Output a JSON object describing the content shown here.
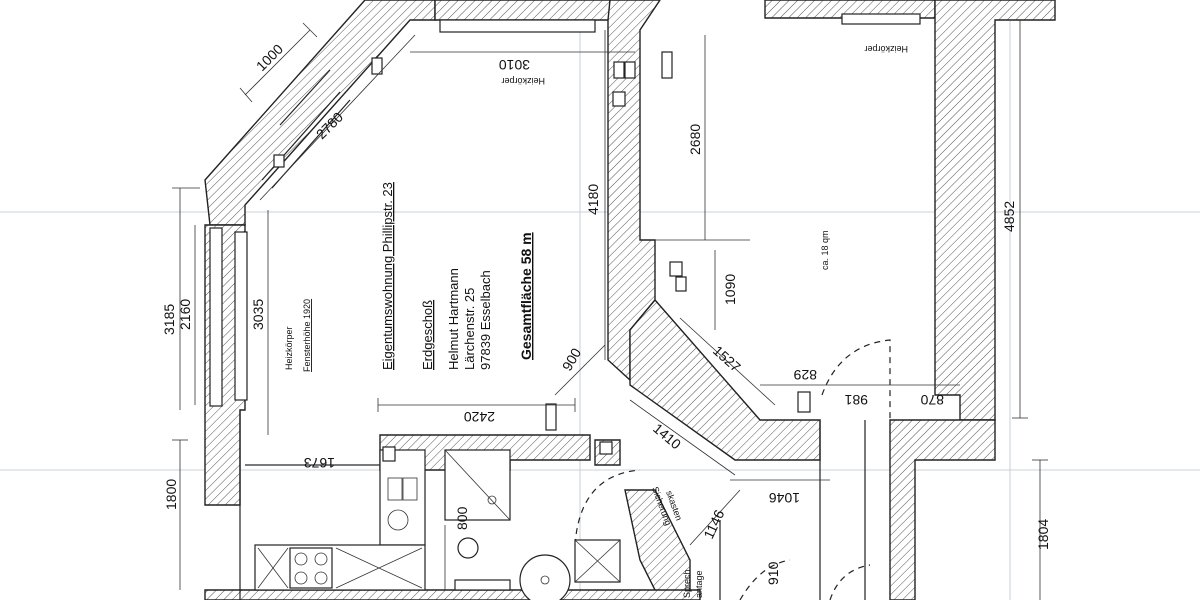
{
  "texts": {
    "title": "Eigentumswohnung Phillipstr. 23",
    "floor": "Erdgeschoß",
    "owner": "Helmut Hartmann",
    "street": "Lärchenstr. 25",
    "city": "97839 Esselbach",
    "area": "Gesamtfläche  58 m",
    "heater_left": "Heizkörper",
    "window_height": "Fensterhöhe 1920",
    "heater_top": "Heizkörper",
    "heater_top_right": "Heizkörper",
    "room_area": "ca. 18  qm",
    "sicherung": "Sicherung",
    "skasten": "skasten",
    "sprech": "Sprech",
    "anlage": "antage"
  },
  "dimensions": {
    "d1000": "1000",
    "d2780": "2780",
    "d3010": "3010",
    "d4180": "4180",
    "d2680": "2680",
    "d1090": "1090",
    "d4852": "4852",
    "d3185": "3185",
    "d2160": "2160",
    "d3035": "3035",
    "d1800": "1800",
    "d1673": "1673",
    "d2420": "2420",
    "d900": "900",
    "d1410": "1410",
    "d1146": "1146",
    "d1046": "1046",
    "d1527": "1527",
    "d829": "829",
    "d981": "981",
    "d870": "870",
    "d1804": "1804",
    "d800": "800",
    "d910": "910"
  }
}
